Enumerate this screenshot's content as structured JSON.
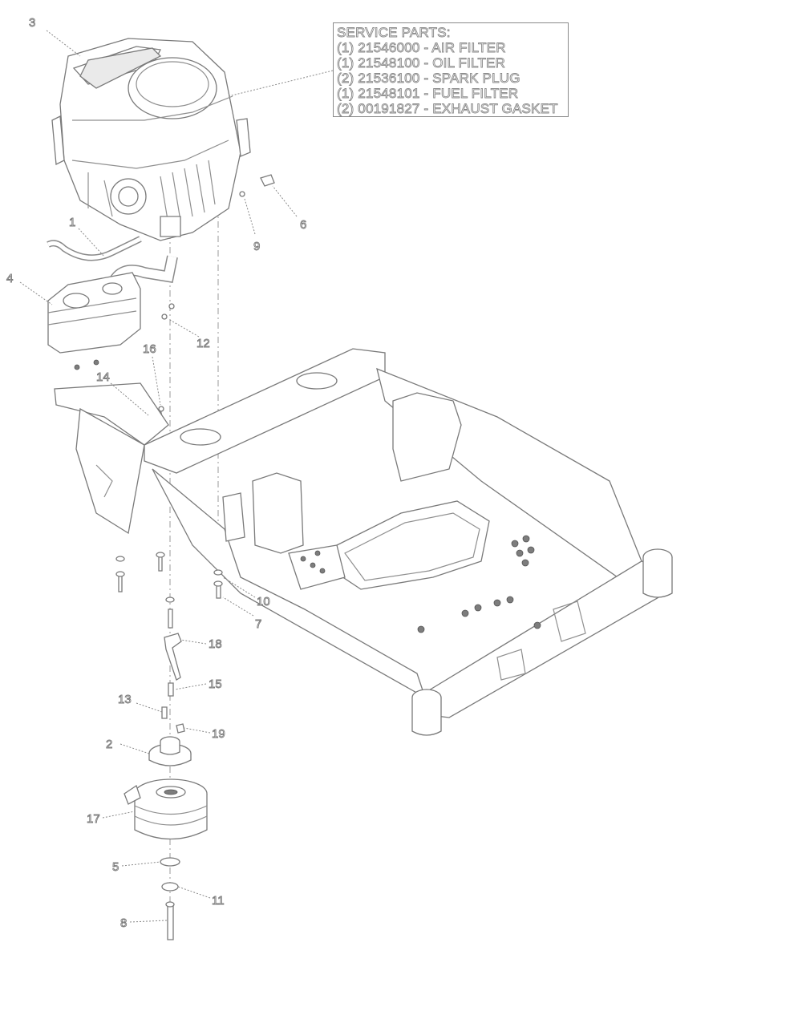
{
  "service_parts": {
    "title": "SERVICE PARTS:",
    "items": [
      "(1) 21546000 - AIR FILTER",
      "(1) 21548100 - OIL FILTER",
      "(2) 21536100 - SPARK PLUG",
      "(1) 21548101 - FUEL FILTER",
      "(2) 00191827 - EXHAUST GASKET"
    ]
  },
  "callouts": [
    "1",
    "2",
    "3",
    "4",
    "5",
    "6",
    "7",
    "8",
    "9",
    "10",
    "11",
    "12",
    "13",
    "14",
    "15",
    "16",
    "17",
    "18",
    "19"
  ]
}
